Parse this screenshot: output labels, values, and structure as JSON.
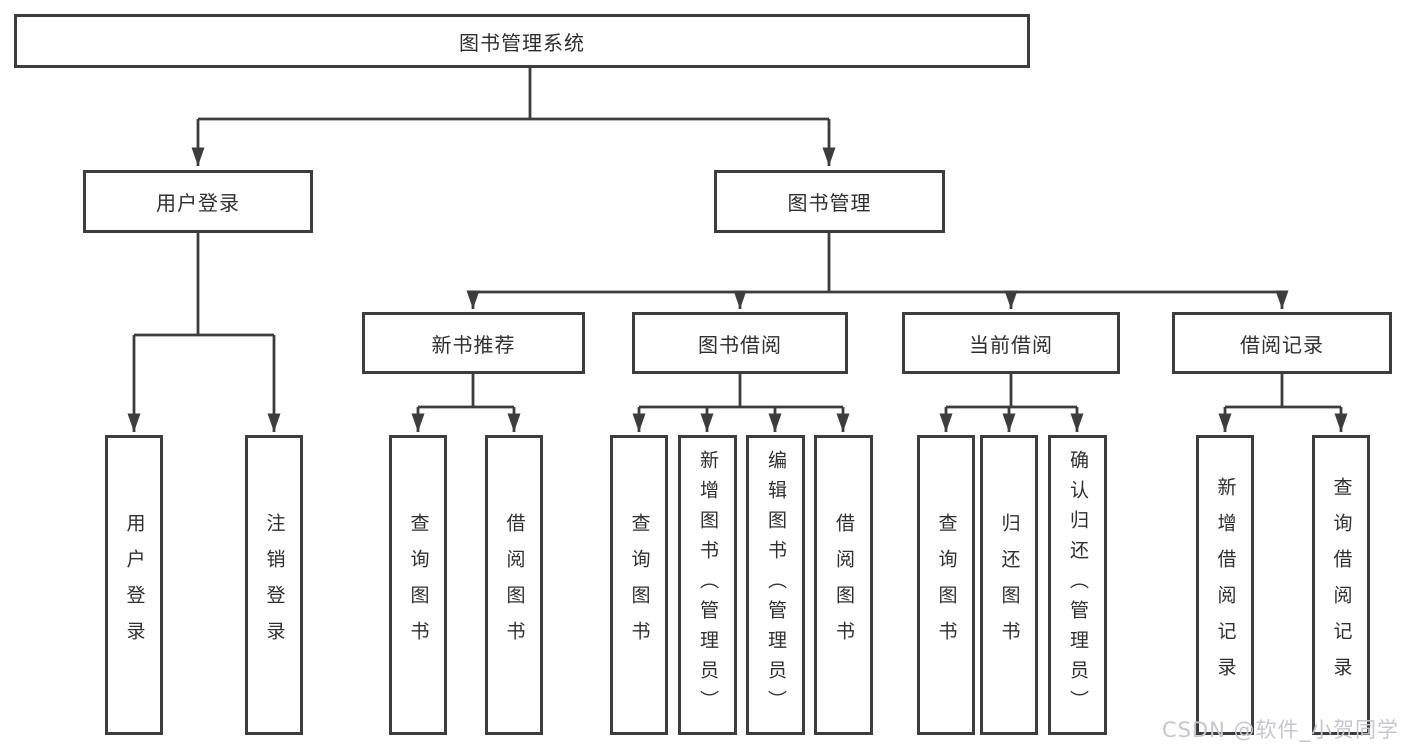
{
  "diagram": {
    "root": {
      "label": "图书管理系统"
    },
    "level2": [
      {
        "label": "用户登录"
      },
      {
        "label": "图书管理"
      }
    ],
    "level3": [
      {
        "label": "新书推荐"
      },
      {
        "label": "图书借阅"
      },
      {
        "label": "当前借阅"
      },
      {
        "label": "借阅记录"
      }
    ],
    "leaves": [
      {
        "label": "用户登录",
        "parent": "用户登录"
      },
      {
        "label": "注销登录",
        "parent": "用户登录"
      },
      {
        "label": "查询图书",
        "parent": "新书推荐"
      },
      {
        "label": "借阅图书",
        "parent": "新书推荐"
      },
      {
        "label": "查询图书",
        "parent": "图书借阅"
      },
      {
        "label": "新增图书（管理员）",
        "parent": "图书借阅"
      },
      {
        "label": "编辑图书（管理员）",
        "parent": "图书借阅"
      },
      {
        "label": "借阅图书",
        "parent": "图书借阅"
      },
      {
        "label": "查询图书",
        "parent": "当前借阅"
      },
      {
        "label": "归还图书",
        "parent": "当前借阅"
      },
      {
        "label": "确认归还（管理员）",
        "parent": "当前借阅"
      },
      {
        "label": "新增借阅记录",
        "parent": "借阅记录"
      },
      {
        "label": "查询借阅记录",
        "parent": "借阅记录"
      }
    ]
  },
  "watermark": {
    "text": "CSDN @软件_小贺同学"
  },
  "colors": {
    "line": "#3d3d3d",
    "text": "#2f2f2f",
    "watermark": "#c7c6cd",
    "background": "#ffffff"
  }
}
